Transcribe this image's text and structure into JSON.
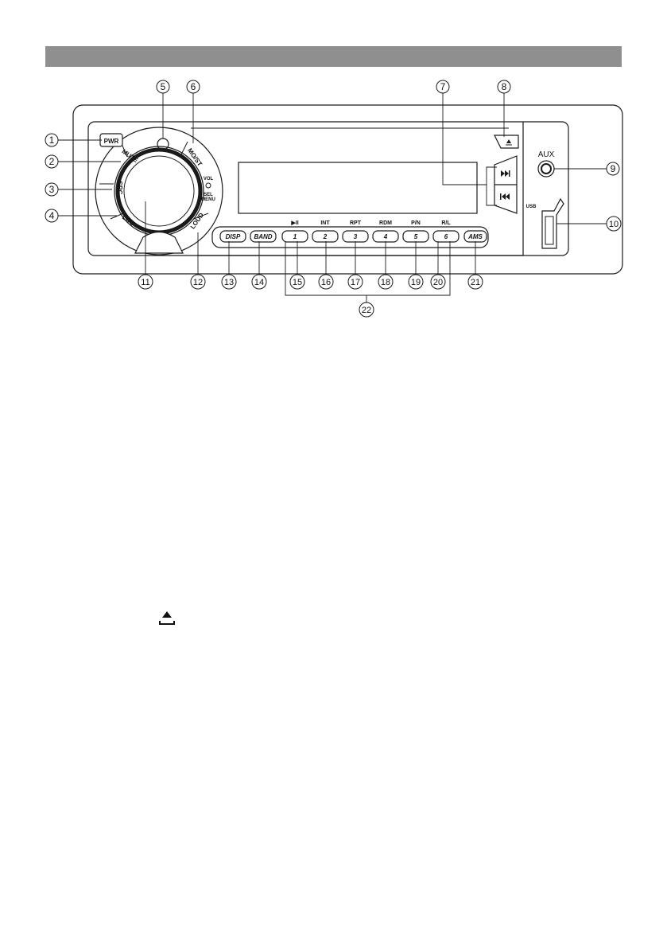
{
  "buttons": {
    "pwr": "PWR",
    "mute": "MUTE",
    "src": "SRC",
    "loc": "LOC",
    "mo_st": "MO/ST",
    "loud": "LOUD",
    "vol": "VOL",
    "sel": "SEL",
    "menu": "MENU",
    "disp": "DISP",
    "band": "BAND",
    "ams": "AMS",
    "aux": "AUX",
    "usb": "USB"
  },
  "presets": [
    {
      "number": "1",
      "function": "▶II"
    },
    {
      "number": "2",
      "function": "INT"
    },
    {
      "number": "3",
      "function": "RPT"
    },
    {
      "number": "4",
      "function": "RDM"
    },
    {
      "number": "5",
      "function": "P/N"
    },
    {
      "number": "6",
      "function": "R/L"
    }
  ],
  "callouts": [
    "1",
    "2",
    "3",
    "4",
    "5",
    "6",
    "7",
    "8",
    "9",
    "10",
    "11",
    "12",
    "13",
    "14",
    "15",
    "16",
    "17",
    "18",
    "19",
    "20",
    "21",
    "22"
  ],
  "icons": [
    "eject-icon",
    "next-track-icon",
    "previous-track-icon",
    "play-pause-icon"
  ],
  "colors": {
    "header_bar": "#8f8f8f",
    "line": "#1a1a1a"
  }
}
